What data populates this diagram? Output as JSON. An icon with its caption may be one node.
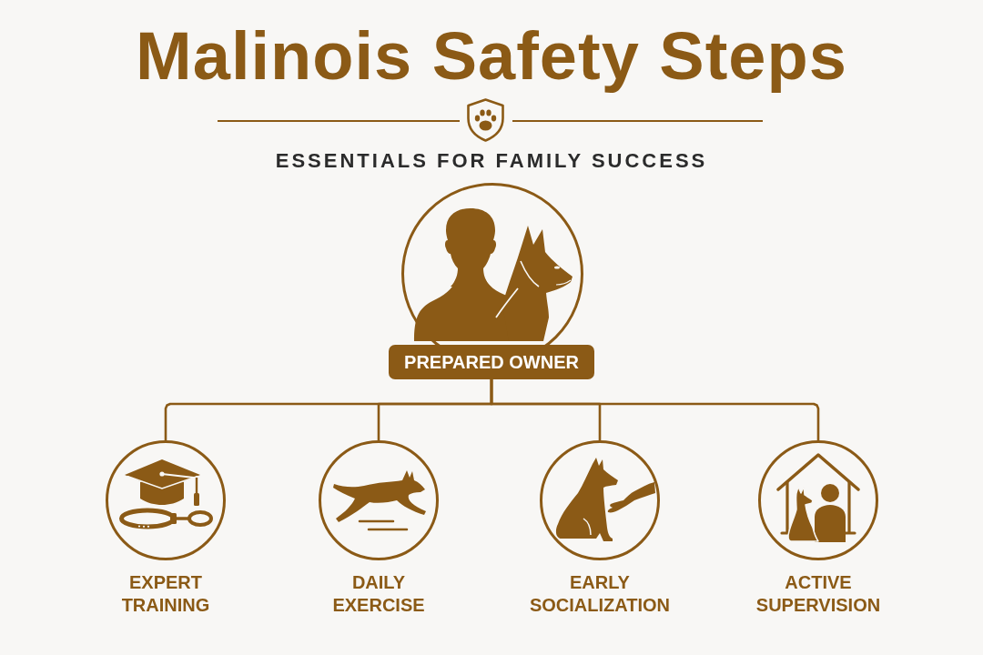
{
  "diagram": {
    "title": "Malinois Safety Steps",
    "nodes": [
      {
        "text": [
          "PREPARED OWNER"
        ]
      },
      {
        "text": [
          "EXPERT TRAINING"
        ]
      },
      {
        "text": [
          "DAILY EXERCISE"
        ]
      },
      {
        "text": [
          "EARLY SOCIALIZATION"
        ]
      },
      {
        "text": [
          "ACTIVE SUPERVISION"
        ]
      }
    ],
    "edges": [
      {
        "from": 0,
        "to": 1,
        "arrow": "none"
      },
      {
        "from": 0,
        "to": 2,
        "arrow": "none"
      },
      {
        "from": 0,
        "to": 3,
        "arrow": "none"
      },
      {
        "from": 0,
        "to": 4,
        "arrow": "none"
      }
    ],
    "labels": [
      "ESSENTIALS FOR FAMILY SUCCESS"
    ]
  }
}
